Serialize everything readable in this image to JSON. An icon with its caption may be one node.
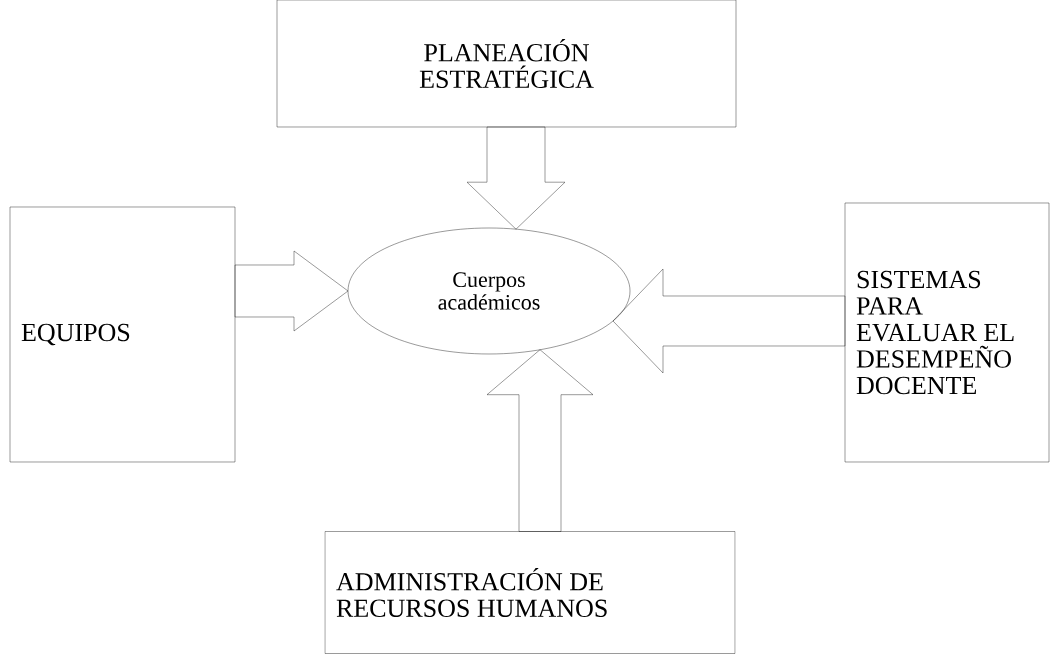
{
  "diagram": {
    "nodes": [
      {
        "text": [
          "PLANEACIÓN ESTRATÉGICA"
        ]
      },
      {
        "text": [
          "EQUIPOS"
        ]
      },
      {
        "text": [
          "Cuerpos académicos"
        ]
      },
      {
        "text": [
          "SISTEMAS PARA EVALUAR EL DESEMPEÑO DOCENTE"
        ]
      },
      {
        "text": [
          "ADMINISTRACIÓN DE RECURSOS HUMANOS"
        ]
      }
    ],
    "edges": [
      {
        "from": 0,
        "to": 2,
        "arrow": "to"
      },
      {
        "from": 1,
        "to": 2,
        "arrow": "to"
      },
      {
        "from": 3,
        "to": 2,
        "arrow": "to"
      },
      {
        "from": 4,
        "to": 2,
        "arrow": "to"
      }
    ]
  }
}
